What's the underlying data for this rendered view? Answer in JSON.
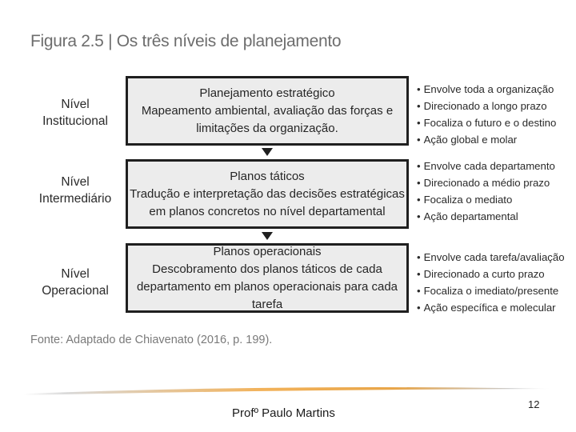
{
  "figure_title": "Figura 2.5 | Os três níveis de planejamento",
  "levels": [
    {
      "label_line1": "Nível",
      "label_line2": "Institucional",
      "box_title": "Planejamento estratégico",
      "box_lines": [
        "Mapeamento ambiental, avaliação das forças e",
        "limitações da organização."
      ],
      "bullets": [
        "Envolve toda a organização",
        "Direcionado a longo prazo",
        "Focaliza o futuro e o destino",
        "Ação global e molar"
      ]
    },
    {
      "label_line1": "Nível",
      "label_line2": "Intermediário",
      "box_title": "Planos táticos",
      "box_lines": [
        "Tradução e interpretação das decisões estratégicas",
        "em planos concretos no nível departamental"
      ],
      "bullets": [
        "Envolve cada departamento",
        "Direcionado a médio prazo",
        "Focaliza o mediato",
        "Ação departamental"
      ]
    },
    {
      "label_line1": "Nível",
      "label_line2": "Operacional",
      "box_title": "Planos operacionais",
      "box_lines": [
        "Descobramento dos planos táticos de cada",
        "departamento em planos operacionais para cada tarefa"
      ],
      "bullets": [
        "Envolve cada tarefa/avaliação",
        "Direcionado a curto prazo",
        "Focaliza o imediato/presente",
        "Ação específica e molecular"
      ]
    }
  ],
  "source": "Fonte: Adaptado de Chiavenato (2016, p. 199).",
  "footer": {
    "author": "Profº Paulo Martins",
    "page_number": "12"
  },
  "colors": {
    "box_fill": "#ececec",
    "box_border": "#1f1f1f",
    "swoosh_accent": "#e8a548"
  }
}
